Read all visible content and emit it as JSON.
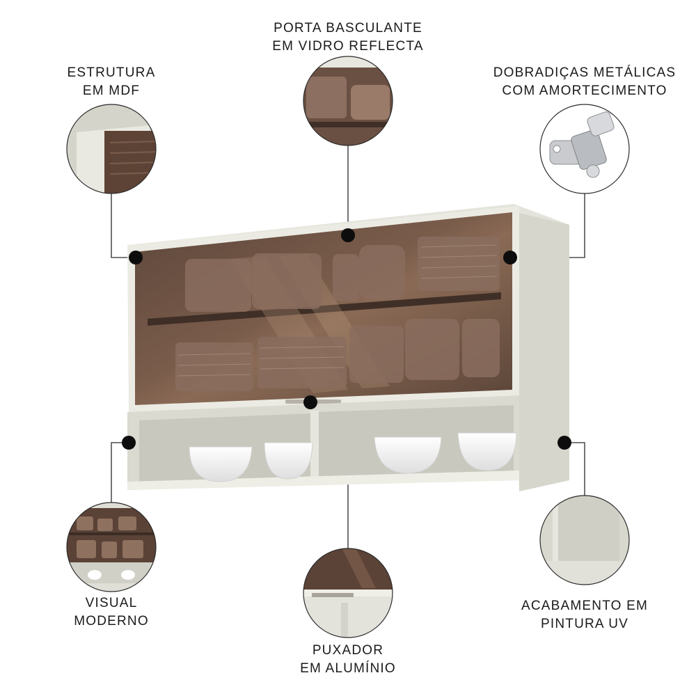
{
  "callouts": {
    "structure": {
      "line1": "ESTRUTURA",
      "line2": "EM MDF"
    },
    "door": {
      "line1": "PORTA BASCULANTE",
      "line2": "EM VIDRO REFLECTA"
    },
    "hinges": {
      "line1": "DOBRADIÇAS METÁLICAS",
      "line2": "COM AMORTECIMENTO"
    },
    "visual": {
      "line1": "VISUAL",
      "line2": "MODERNO"
    },
    "handle": {
      "line1": "PUXADOR",
      "line2": "EM ALUMÍNIO"
    },
    "finish": {
      "line1": "ACABAMENTO EM",
      "line2": "PINTURA UV"
    }
  },
  "colors": {
    "cabinet_body": "#dcdcd2",
    "cabinet_shadow": "#c9c9bf",
    "glass": "#6e5446",
    "glass_dark": "#4d3a30",
    "callout_dot": "#0d0d0d",
    "leader_line": "#2a2a2a",
    "bowl": "#f6f6f6"
  },
  "icons": {
    "hinge": "hinge-icon",
    "dot": "callout-dot-icon"
  }
}
